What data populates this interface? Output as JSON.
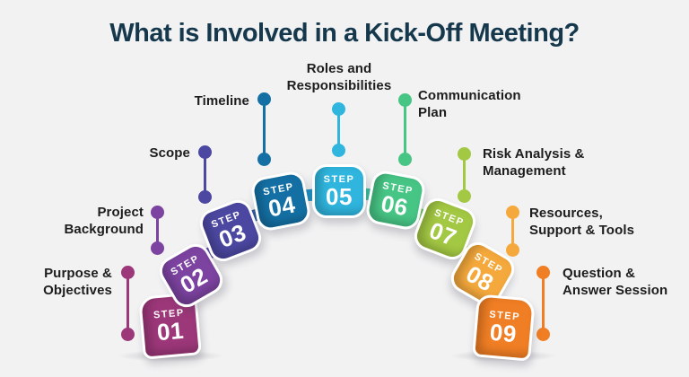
{
  "title": {
    "text": "What is Involved in a Kick-Off Meeting?",
    "color": "#16384d"
  },
  "background_color": "#f2f2f3",
  "step_word": "STEP",
  "label_text_color": "#1d1d1d",
  "steps": [
    {
      "number": "01",
      "label": "Purpose &\nObjectives",
      "color": "#9c3779"
    },
    {
      "number": "02",
      "label": "Project\nBackground",
      "color": "#7c43a0"
    },
    {
      "number": "03",
      "label": "Scope",
      "color": "#4c48a2"
    },
    {
      "number": "04",
      "label": "Timeline",
      "color": "#1470a4"
    },
    {
      "number": "05",
      "label": "Roles and\nResponsibilities",
      "color": "#2fb5de"
    },
    {
      "number": "06",
      "label": "Communication\nPlan",
      "color": "#47c585"
    },
    {
      "number": "07",
      "label": "Risk Analysis &\nManagement",
      "color": "#a3c843"
    },
    {
      "number": "08",
      "label": "Resources,\nSupport & Tools",
      "color": "#f5a93c"
    },
    {
      "number": "09",
      "label": "Question &\nAnswer Session",
      "color": "#f07e24"
    }
  ],
  "connectors": [
    "#7f3f96",
    "#5a48a3",
    "#315ca3",
    "#1d93c6",
    "#3cc2a0",
    "#73ca64",
    "#c9c443",
    "#f29b32"
  ]
}
